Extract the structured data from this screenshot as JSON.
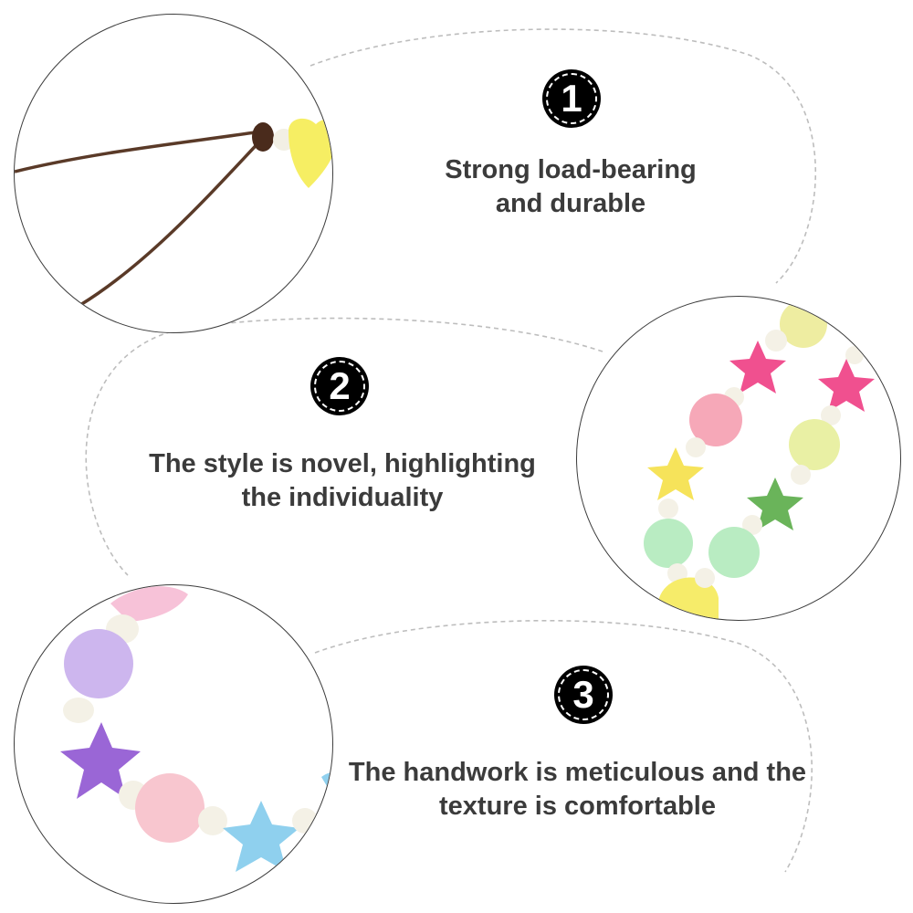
{
  "features": [
    {
      "number": "1",
      "line1": "Strong load-bearing",
      "line2": "and durable",
      "image_subject": "brown cord with yellow heart bead"
    },
    {
      "number": "2",
      "line1": "The style is novel, highlighting",
      "line2": "the individuality",
      "image_subject": "pastel star and round beads"
    },
    {
      "number": "3",
      "line1": "The handwork is meticulous and the",
      "line2": "texture is comfortable",
      "image_subject": "purple star, pink and lavender beads"
    }
  ],
  "colors": {
    "text": "#3b3b3b",
    "badge": "#000000",
    "dashed_outline": "#bdbdbd",
    "circle_border": "#3c3c3c"
  }
}
